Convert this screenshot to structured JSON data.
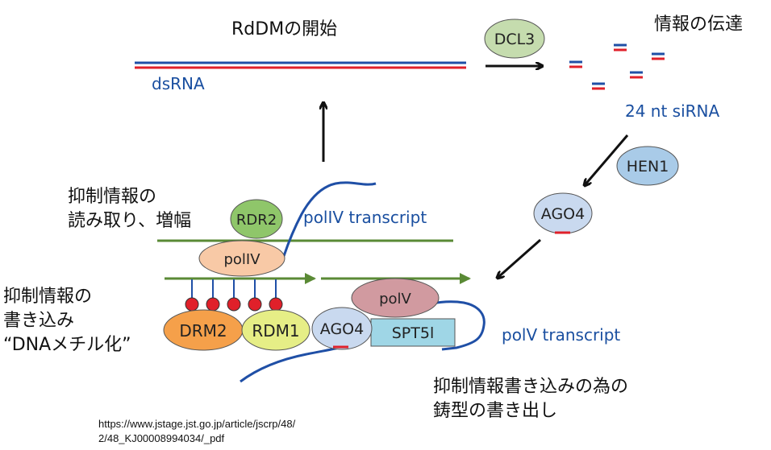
{
  "labels": {
    "rddm_start": "RdDMの開始",
    "info_transfer": "情報の伝達",
    "dsrna": "dsRNA",
    "sirna": "24 nt siRNA",
    "read_amplify_line1": "抑制情報の",
    "read_amplify_line2": "読み取り、増幅",
    "write_line1": "抑制情報の",
    "write_line2": "書き込み",
    "write_line3": "“DNAメチル化”",
    "template_line1": "抑制情報書き込みの為の",
    "template_line2": "鋳型の書き出し",
    "poliv_transcript": "polIV transcript",
    "polv_transcript": "polV transcript",
    "url_line1": "https://www.jstage.jst.go.jp/article/jscrp/48/",
    "url_line2": "2/48_KJ00008994034/_pdf"
  },
  "proteins": {
    "dcl3": "DCL3",
    "hen1": "HEN1",
    "ago4_top": "AGO4",
    "rdr2": "RDR2",
    "poliv": "polIV",
    "polv": "polV",
    "drm2": "DRM2",
    "rdm1": "RDM1",
    "ago4_bottom": "AGO4",
    "spt5l": "SPT5l"
  },
  "colors": {
    "rna_blue": "#1f4fa6",
    "siRNA_red": "#e0202a",
    "dna_green": "#5a8a35",
    "dcl3_fill": "#c5dcae",
    "hen1_fill": "#a9cbe8",
    "ago4_fill": "#c9d9ef",
    "rdr2_fill": "#8fc66a",
    "poliv_fill": "#f8c9a6",
    "polv_fill": "#d19aa0",
    "drm2_fill": "#f5a04a",
    "rdm1_fill": "#e6ee86",
    "spt5l_fill": "#9fd6e6"
  }
}
